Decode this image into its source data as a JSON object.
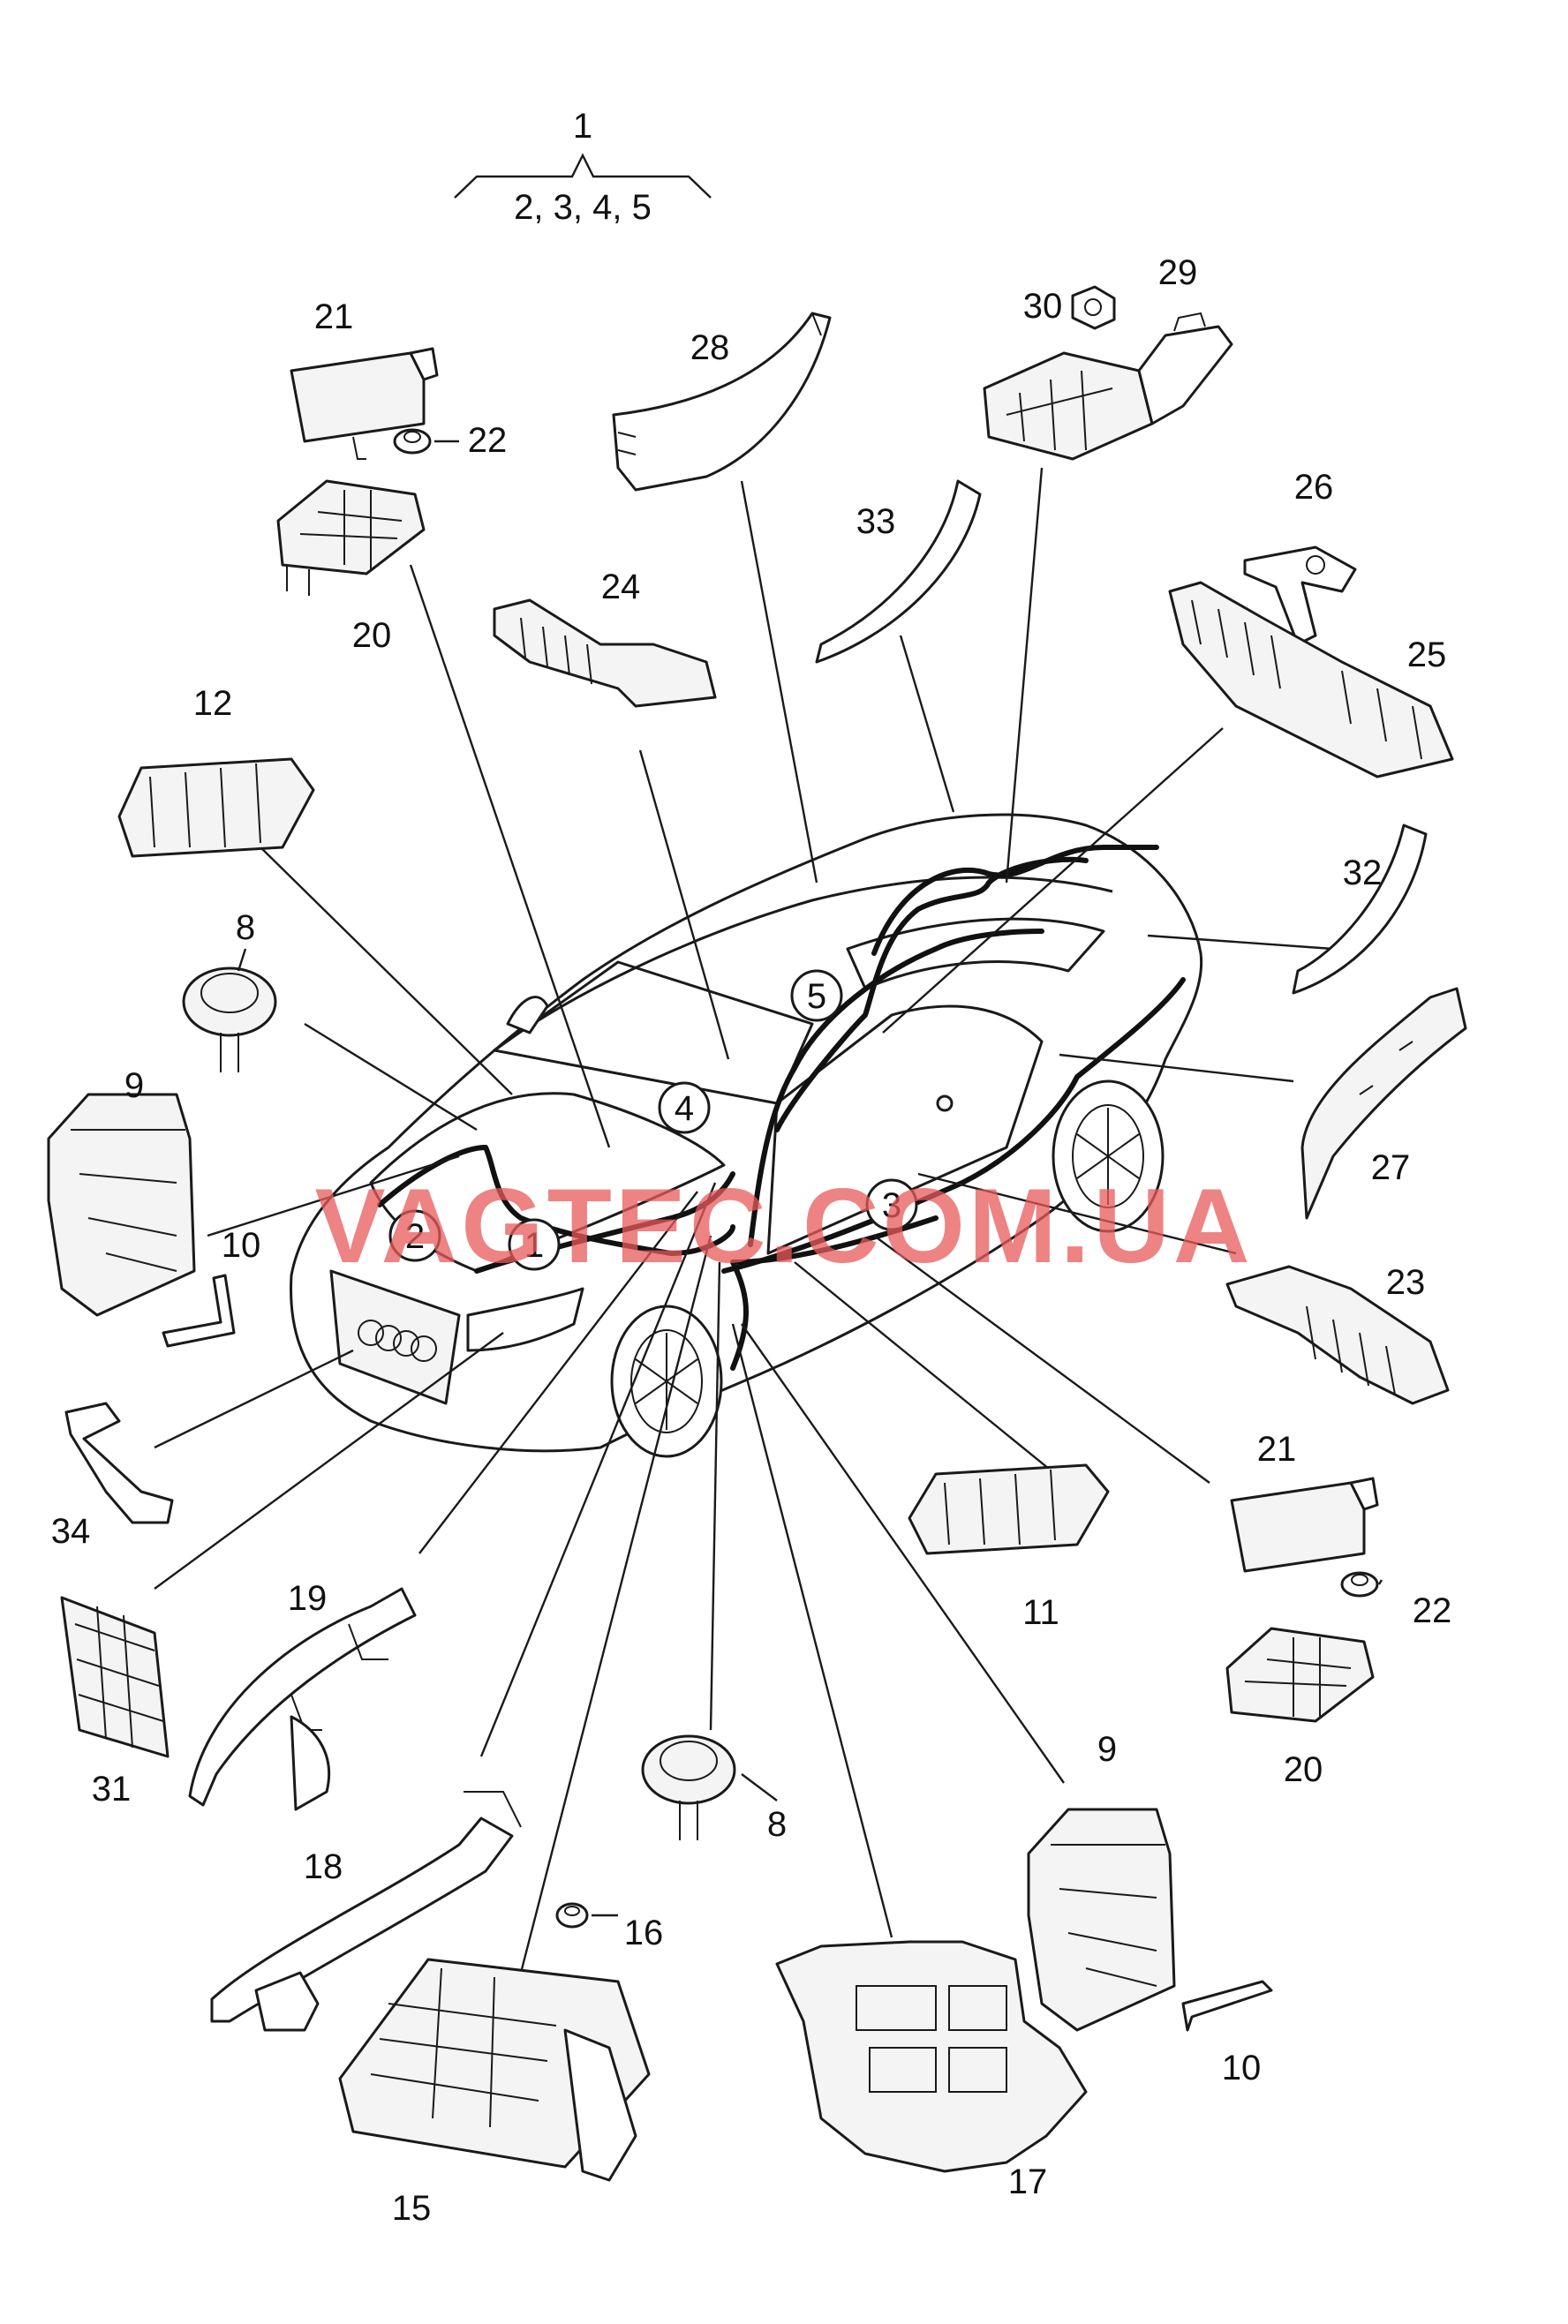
{
  "header": {
    "assembly": "1",
    "components": "2, 3, 4, 5"
  },
  "watermark": "VAGTEC.COM.UA",
  "colors": {
    "line": "#1a1a1a",
    "watermark": "#e85a5a",
    "background": "#ffffff"
  },
  "circled_labels": [
    "1",
    "2",
    "3",
    "4",
    "5"
  ],
  "callouts": {
    "c21a": "21",
    "c22a": "22",
    "c20a": "20",
    "c28": "28",
    "c30": "30",
    "c29": "29",
    "c33": "33",
    "c26": "26",
    "c24": "24",
    "c25": "25",
    "c12": "12",
    "c32": "32",
    "c8a": "8",
    "c27": "27",
    "c9a": "9",
    "c23": "23",
    "c10a": "10",
    "c21b": "21",
    "c34": "34",
    "c11": "11",
    "c22b": "22",
    "c20b": "20",
    "c19": "19",
    "c31": "31",
    "c9b": "9",
    "c8b": "8",
    "c18": "18",
    "c16": "16",
    "c10b": "10",
    "c15": "15",
    "c17": "17"
  }
}
